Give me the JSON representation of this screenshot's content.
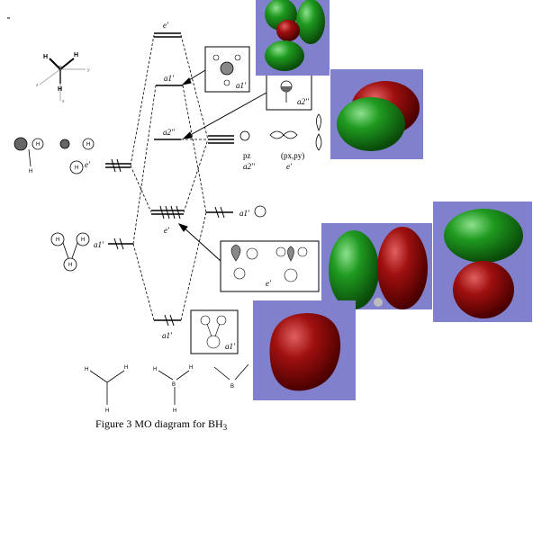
{
  "caption": "Figure 3 MO diagram for BH",
  "caption_sub": "3",
  "axes": {
    "y": "y",
    "x": "x",
    "z": "z"
  },
  "atoms": {
    "H": "H",
    "B": "B"
  },
  "labels": {
    "e_top": "e'",
    "a1_upper": "a1'",
    "a2_mid": "a2''",
    "e_bonding": "e'",
    "a1_bonding": "a1'",
    "lig_e": "e'",
    "lig_a1": "a1'",
    "b_a1": "a1'",
    "pz": "pz",
    "pz_sym": "a2''",
    "pxpy": "(px,py)",
    "pxpy_sym": "e'",
    "box_a1_upper": "a1'",
    "box_a2": "a2''",
    "box_e": "e'",
    "box_a1_lower": "a1'"
  },
  "colors": {
    "mo_bg": "#8080cc",
    "lobe_green": "#1a8a1a",
    "lobe_red": "#9a0a0a"
  }
}
